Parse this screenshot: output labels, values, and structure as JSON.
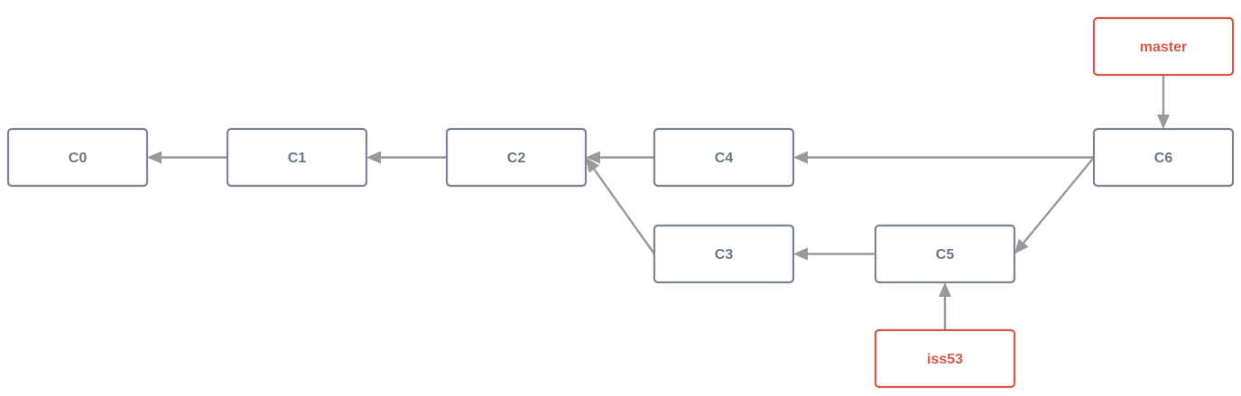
{
  "colors": {
    "commit_stroke": "#7a8494",
    "commit_text": "#6b7587",
    "branch_stroke": "#d9584a",
    "branch_text": "#d9584a",
    "edge": "#999999"
  },
  "commits": [
    {
      "id": "C0",
      "label": "C0"
    },
    {
      "id": "C1",
      "label": "C1"
    },
    {
      "id": "C2",
      "label": "C2"
    },
    {
      "id": "C4",
      "label": "C4"
    },
    {
      "id": "C3",
      "label": "C3"
    },
    {
      "id": "C5",
      "label": "C5"
    },
    {
      "id": "C6",
      "label": "C6"
    }
  ],
  "branches": [
    {
      "id": "master",
      "label": "master",
      "points_to": "C6"
    },
    {
      "id": "iss53",
      "label": "iss53",
      "points_to": "C5"
    }
  ],
  "edges": [
    {
      "from": "C1",
      "to": "C0"
    },
    {
      "from": "C2",
      "to": "C1"
    },
    {
      "from": "C4",
      "to": "C2"
    },
    {
      "from": "C3",
      "to": "C2"
    },
    {
      "from": "C6",
      "to": "C4"
    },
    {
      "from": "C6",
      "to": "C5"
    },
    {
      "from": "C5",
      "to": "C3"
    },
    {
      "from": "master",
      "to": "C6"
    },
    {
      "from": "iss53",
      "to": "C5"
    }
  ]
}
